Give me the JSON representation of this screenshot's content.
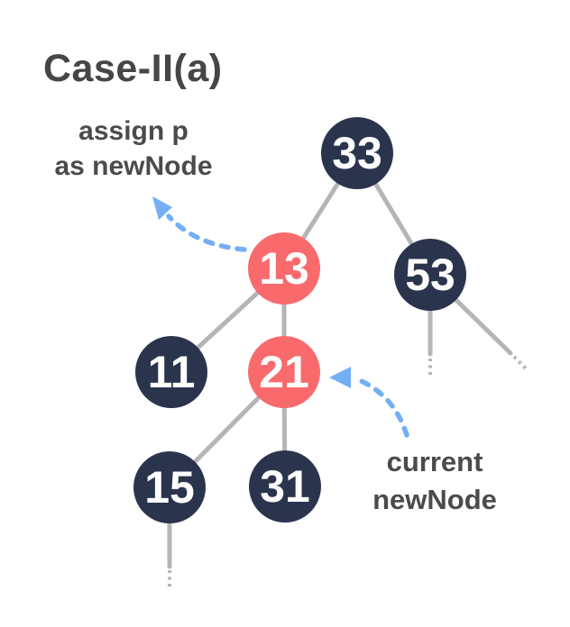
{
  "title": "Case-II(a)",
  "annotations": {
    "assign_p": {
      "line1": "assign p",
      "line2": "as newNode"
    },
    "current": {
      "line1": "current",
      "line2": "newNode"
    }
  },
  "tree": {
    "nodes": [
      {
        "value": "33",
        "color": "dark"
      },
      {
        "value": "13",
        "color": "red"
      },
      {
        "value": "53",
        "color": "dark"
      },
      {
        "value": "11",
        "color": "dark"
      },
      {
        "value": "21",
        "color": "red"
      },
      {
        "value": "15",
        "color": "dark"
      },
      {
        "value": "31",
        "color": "dark"
      }
    ],
    "edges": [
      {
        "from": "33",
        "to": "13"
      },
      {
        "from": "33",
        "to": "53"
      },
      {
        "from": "13",
        "to": "11"
      },
      {
        "from": "13",
        "to": "21"
      },
      {
        "from": "21",
        "to": "15"
      },
      {
        "from": "21",
        "to": "31"
      },
      {
        "from": "53",
        "to": "…"
      },
      {
        "from": "53",
        "to": "…"
      },
      {
        "from": "15",
        "to": "…"
      }
    ]
  },
  "colors": {
    "node_dark": "#2b344d",
    "node_red": "#f96a6d",
    "node_text": "#fdfdfd",
    "edge_gray": "#b5b5b5",
    "arrow_blue": "#74aff5",
    "title_gray": "#464646",
    "label_gray": "#4b4b4b"
  }
}
